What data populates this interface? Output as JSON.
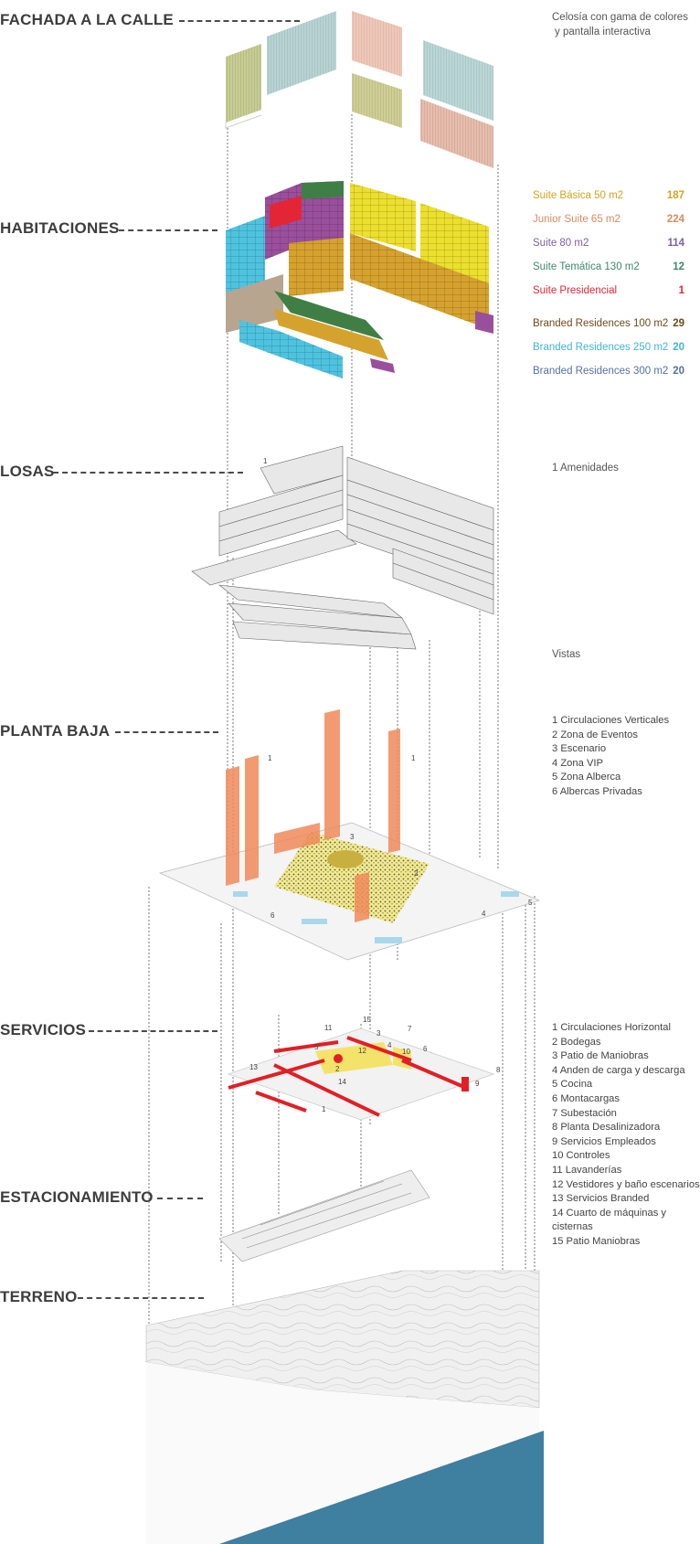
{
  "layers": [
    {
      "key": "fachada",
      "title": "FACHADA A LA CALLE"
    },
    {
      "key": "habitaciones",
      "title": "HABITACIONES"
    },
    {
      "key": "losas",
      "title": "LOSAS"
    },
    {
      "key": "planta_baja",
      "title": "PLANTA BAJA"
    },
    {
      "key": "servicios",
      "title": "SERVICIOS"
    },
    {
      "key": "estacionamiento",
      "title": "ESTACIONAMIENTO"
    },
    {
      "key": "terreno",
      "title": "TERRENO"
    }
  ],
  "fachada_note": [
    "Celosía con gama de colores",
    "y pantalla interactiva"
  ],
  "habitaciones_legend": [
    {
      "label": "Suite Básica 50 m2",
      "count": "187",
      "color": "#d6a21e"
    },
    {
      "label": "Junior Suite 65 m2",
      "count": "224",
      "color": "#d98a5e"
    },
    {
      "label": "Suite 80 m2",
      "count": "114",
      "color": "#7e5fa0"
    },
    {
      "label": "Suite Temática 130 m2",
      "count": "12",
      "color": "#3e8a6c"
    },
    {
      "label": "Suite Presidencial",
      "count": "1",
      "color": "#e32636"
    },
    {
      "label": "Branded Residences 100 m2",
      "count": "29",
      "color": "#6e4a1a"
    },
    {
      "label": "Branded Residences 250 m2",
      "count": "20",
      "color": "#3fb6d3"
    },
    {
      "label": "Branded Residences 300 m2",
      "count": "20",
      "color": "#5472a6"
    }
  ],
  "losas_note": "1 Amenidades",
  "vistas_note": "Vistas",
  "planta_baja_list": [
    "1 Circulaciones Verticales",
    "2 Zona de Eventos",
    "3 Escenario",
    "4 Zona VIP",
    "5 Zona Alberca",
    "6 Albercas Privadas"
  ],
  "servicios_list": [
    "1 Circulaciones Horizontal",
    "2 Bodegas",
    "3 Patio de Maniobras",
    "4 Anden de carga y descarga",
    "5 Cocina",
    "6 Montacargas",
    "7 Subestación",
    "8 Planta Desalinizadora",
    "9 Servicios Empleados",
    "10 Controles",
    "11 Lavanderías",
    "12 Vestidores y baño escenarios",
    "13 Servicios Branded",
    "14 Cuarto de máquinas y",
    "cisternas",
    "15 Patio Maniobras"
  ],
  "diagram_tags": {
    "losas": [
      "1"
    ],
    "planta_baja": [
      "1",
      "1",
      "2",
      "3",
      "4",
      "5",
      "6"
    ],
    "servicios": [
      "1",
      "2",
      "3",
      "4",
      "5",
      "6",
      "7",
      "8",
      "9",
      "10",
      "11",
      "12",
      "13",
      "14",
      "15"
    ]
  },
  "colors": {
    "title": "#3d3d3d",
    "basica": "#e8e033",
    "junior": "#d9a23a",
    "suite80": "#9a4f9c",
    "tematica": "#3f7f46",
    "presidencial": "#e32636",
    "branded100": "#b8a58f",
    "branded250": "#4ec3e0",
    "sea": "#3f7fa0",
    "orange": "#f08a5a",
    "red": "#e31e24",
    "yellow": "#f3e36a"
  }
}
